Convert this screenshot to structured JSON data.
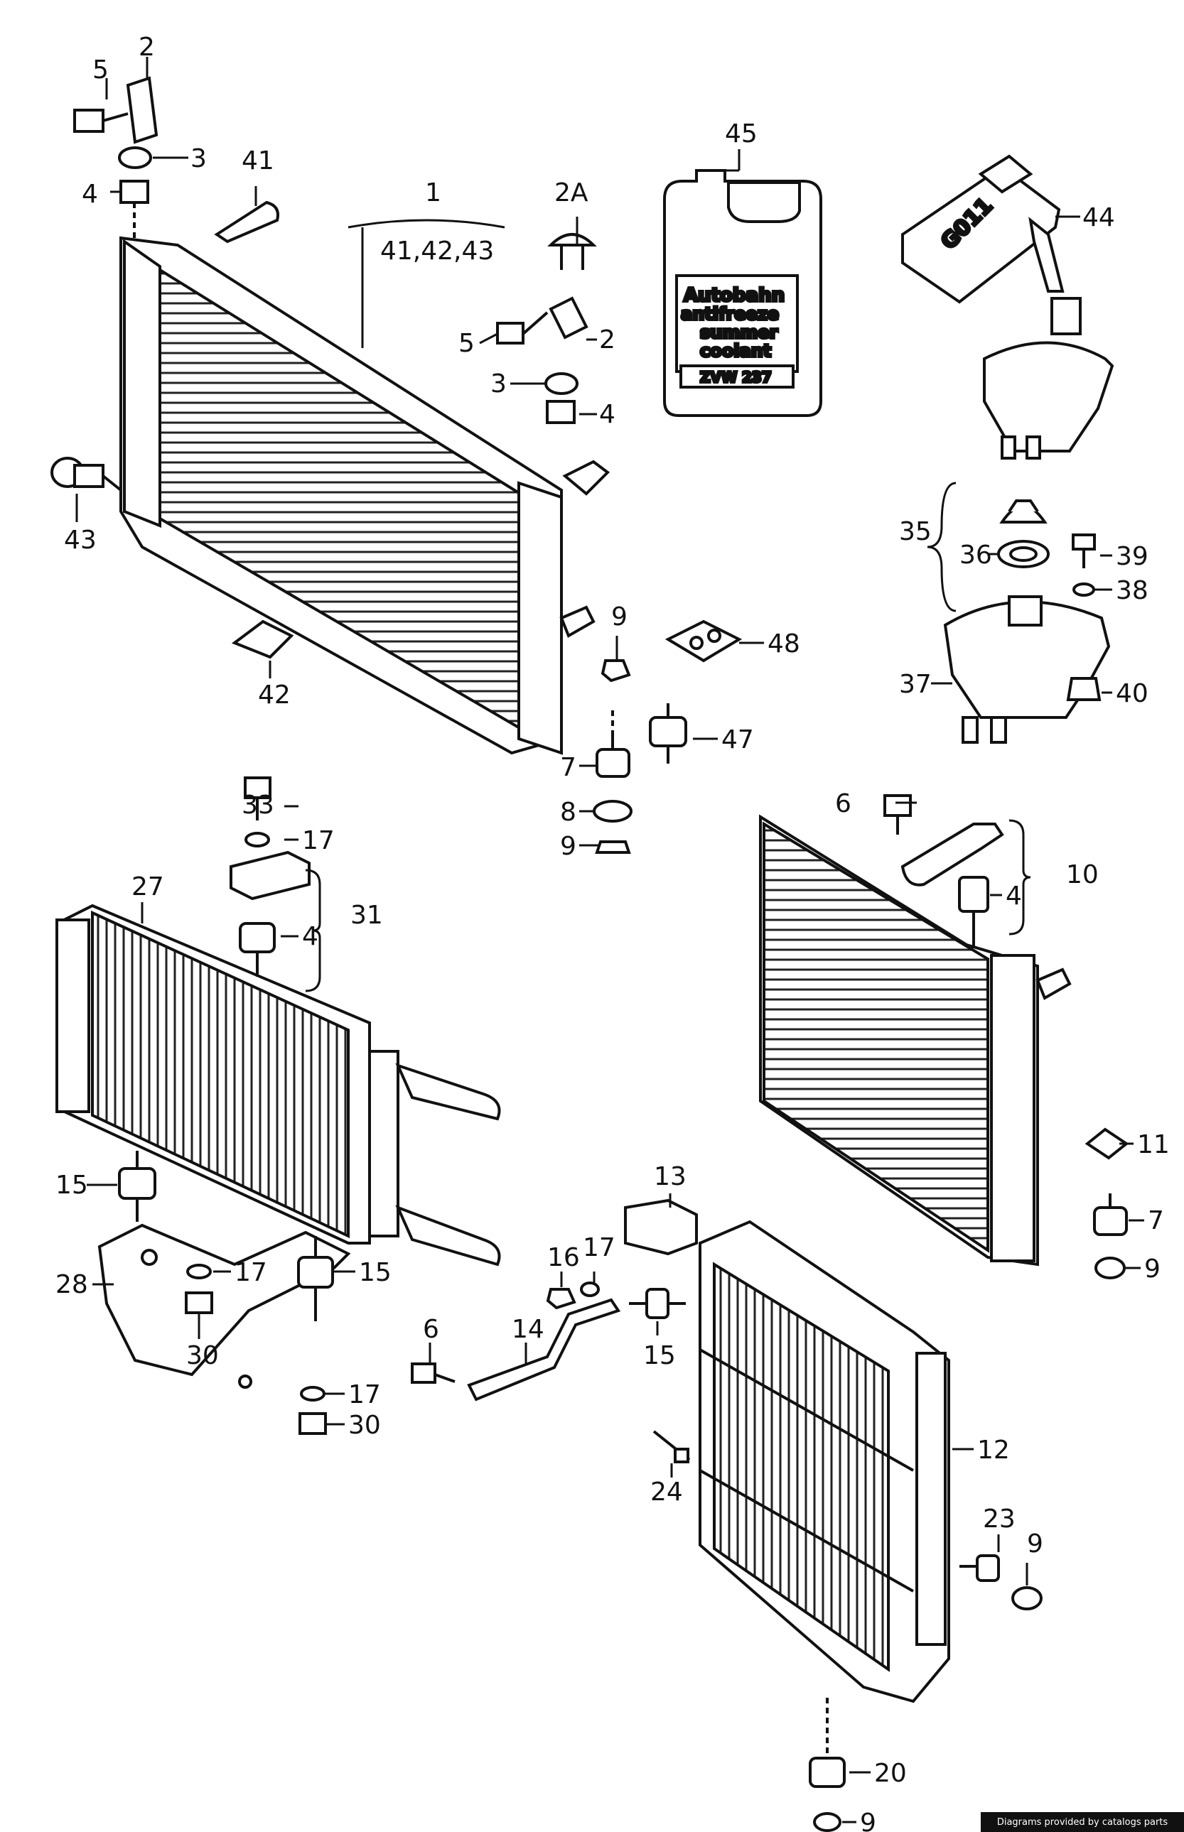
{
  "callouts": {
    "c1": "1",
    "c1_sub": "41,42,43",
    "c2a": "2",
    "c2b": "2",
    "c2A": "2A",
    "c3a": "3",
    "c3b": "3",
    "c4a": "4",
    "c4b": "4",
    "c4c": "4",
    "c4d": "4",
    "c5a": "5",
    "c5b": "5",
    "c6a": "6",
    "c6b": "6",
    "c7a": "7",
    "c7b": "7",
    "c8": "8",
    "c9a": "9",
    "c9b": "9",
    "c9c": "9",
    "c9d": "9",
    "c9e": "9",
    "c10": "10",
    "c11": "11",
    "c12": "12",
    "c13": "13",
    "c14": "14",
    "c15a": "15",
    "c15b": "15",
    "c15c": "15",
    "c16": "16",
    "c17a": "17",
    "c17b": "17",
    "c17c": "17",
    "c17d": "17",
    "c20": "20",
    "c23": "23",
    "c24": "24",
    "c27": "27",
    "c28": "28",
    "c30a": "30",
    "c30b": "30",
    "c31": "31",
    "c33": "33",
    "c35": "35",
    "c36": "36",
    "c37": "37",
    "c38": "38",
    "c39": "39",
    "c40": "40",
    "c41": "41",
    "c42": "42",
    "c43": "43",
    "c44": "44",
    "c45": "45",
    "c47": "47",
    "c48": "48"
  },
  "jug_label": {
    "line1": "Autobahn",
    "line2": "antifreeze",
    "line3": "summer",
    "line4": "coolant",
    "code": "ZVW 237"
  },
  "canister_label": "G011",
  "credit": "Diagrams provided by catalogs parts"
}
